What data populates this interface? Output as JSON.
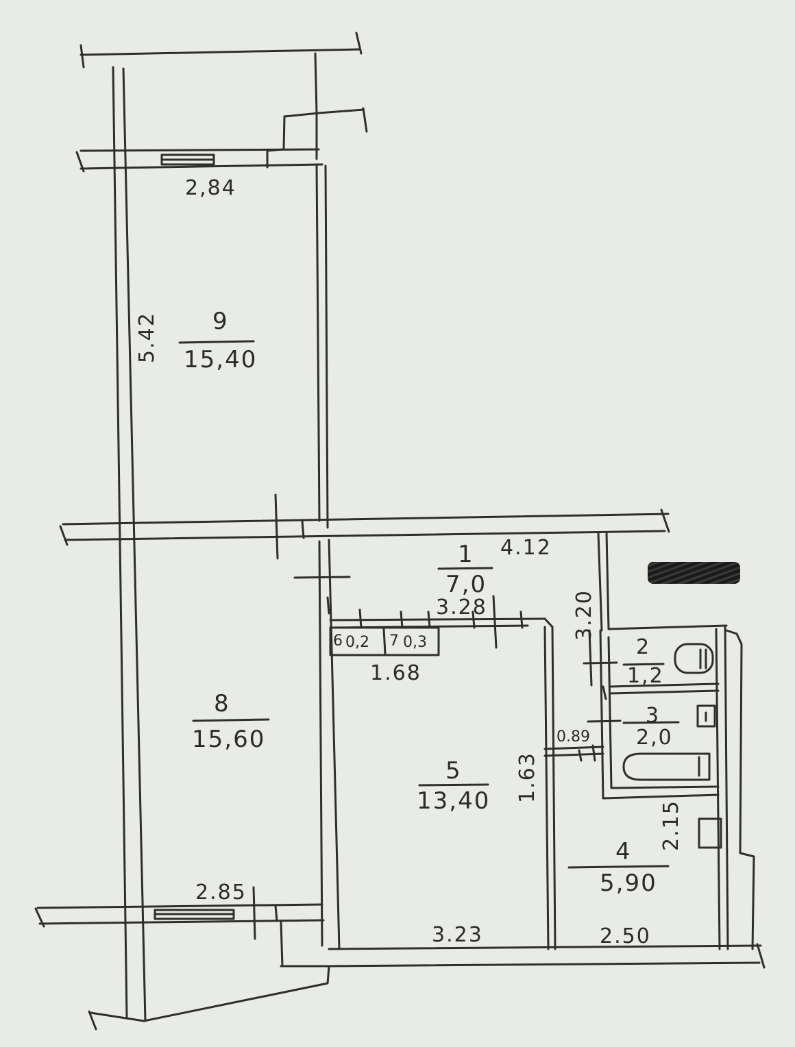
{
  "rooms": [
    {
      "id": "9",
      "number": "9",
      "area": "15,40"
    },
    {
      "id": "8",
      "number": "8",
      "area": "15,60"
    },
    {
      "id": "1",
      "number": "1",
      "area": "7,0"
    },
    {
      "id": "2",
      "number": "2",
      "area": "1,2"
    },
    {
      "id": "3",
      "number": "3",
      "area": "2,0"
    },
    {
      "id": "4",
      "number": "4",
      "area": "5,90"
    },
    {
      "id": "5",
      "number": "5",
      "area": "13,40"
    },
    {
      "id": "6",
      "number": "6",
      "area": "0,2"
    },
    {
      "id": "7",
      "number": "7",
      "area": "0,3"
    }
  ],
  "dimensions": {
    "d284": "2,84",
    "d542": "5.42",
    "d412": "4.12",
    "d328": "3.28",
    "d168": "1.68",
    "d320": "3.20",
    "d089": "0.89",
    "d163": "1.63",
    "d215": "2.15",
    "d285": "2.85",
    "d323": "3.23",
    "d250": "2.50"
  },
  "colors": {
    "paper": "#e9ebe6",
    "ink": "#2a2a2a"
  }
}
